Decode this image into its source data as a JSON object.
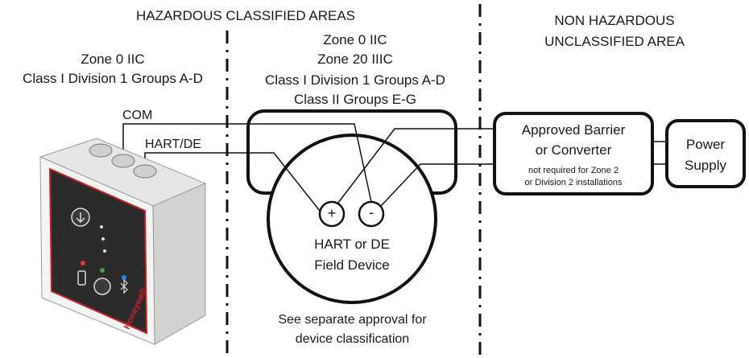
{
  "headers": {
    "hazardous": "HAZARDOUS CLASSIFIED AREAS",
    "non_hazardous_line1": "NON HAZARDOUS",
    "non_hazardous_line2": "UNCLASSIFIED AREA"
  },
  "left_zone": {
    "line1": "Zone 0 IIC",
    "line2": "Class I Division 1 Groups A-D"
  },
  "center_zone": {
    "line1": "Zone 0 IIC",
    "line2": "Zone 20 IIIC",
    "line3": "Class I Division 1 Groups A-D",
    "line4": "Class II Groups E-G"
  },
  "connectors": {
    "com": "COM",
    "hart_de": "HART/DE"
  },
  "field_device": {
    "plus": "+",
    "minus": "-",
    "name_line1": "HART or DE",
    "name_line2": "Field Device",
    "note_line1": "See separate approval for",
    "note_line2": "device classification"
  },
  "barrier": {
    "line1": "Approved Barrier",
    "line2": "or Converter",
    "note_line1": "not required for Zone 2",
    "note_line2": "or Division 2 installations"
  },
  "power_supply": {
    "line1": "Power",
    "line2": "Supply"
  },
  "modem": {
    "brand": "Honeywell"
  },
  "colors": {
    "line": "#111111",
    "panel": "#2b2b2b",
    "brand_red": "#c8202a",
    "led_red": "#e53935",
    "led_green": "#43a047",
    "led_blue": "#1e88e5"
  }
}
